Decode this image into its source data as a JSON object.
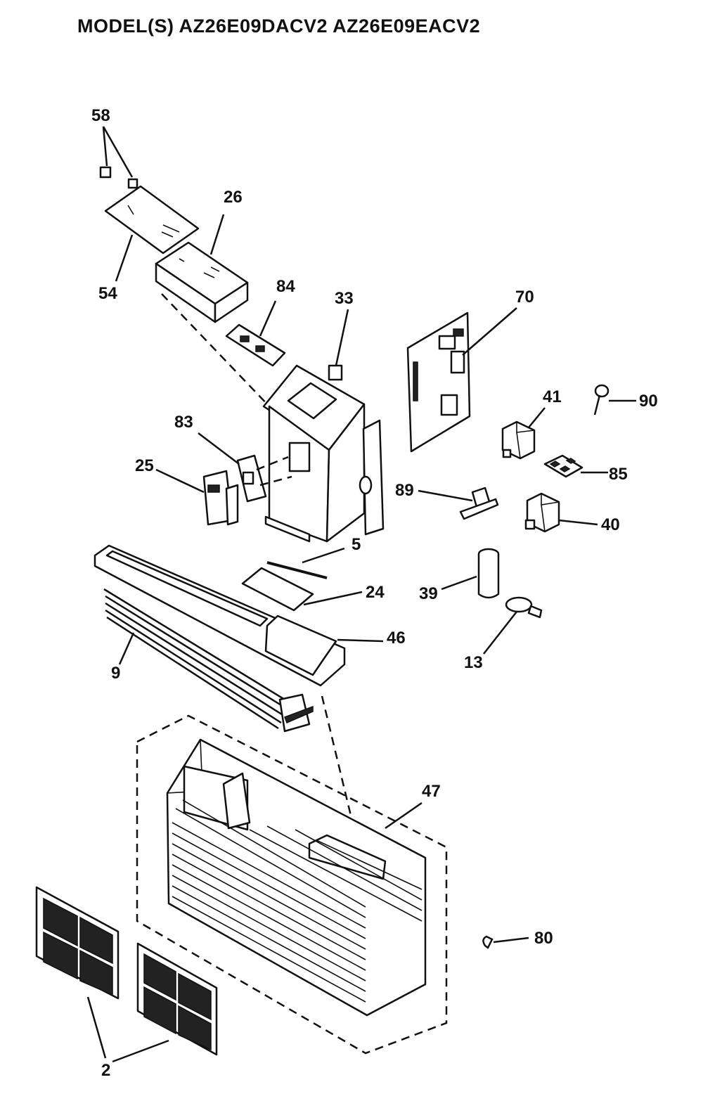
{
  "title": "MODEL(S) AZ26E09DACV2  AZ26E09EACV2",
  "part_labels": {
    "p58": "58",
    "p26": "26",
    "p54": "54",
    "p84": "84",
    "p33": "33",
    "p70": "70",
    "p41": "41",
    "p90": "90",
    "p83": "83",
    "p25": "25",
    "p85": "85",
    "p89": "89",
    "p40": "40",
    "p5": "5",
    "p24": "24",
    "p39": "39",
    "p46": "46",
    "p9": "9",
    "p13": "13",
    "p47": "47",
    "p80": "80",
    "p2": "2"
  }
}
